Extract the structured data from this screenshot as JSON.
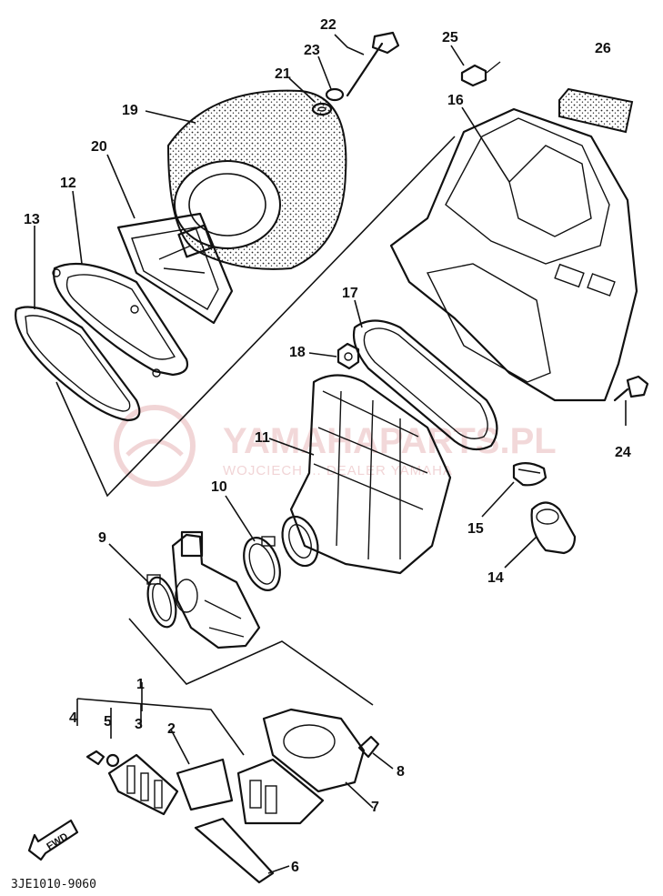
{
  "watermark": {
    "brand": "YAMAHAPARTS.PL",
    "subtitle": "WOJCIECH ... DEALER YAMAHA"
  },
  "catalog_code": "3JE1010-9060",
  "fwd_label": "FWD",
  "callouts": [
    "1",
    "2",
    "3",
    "4",
    "5",
    "6",
    "7",
    "8",
    "9",
    "10",
    "11",
    "12",
    "13",
    "14",
    "15",
    "16",
    "17",
    "18",
    "19",
    "20",
    "21",
    "22",
    "23",
    "24",
    "25",
    "26"
  ]
}
